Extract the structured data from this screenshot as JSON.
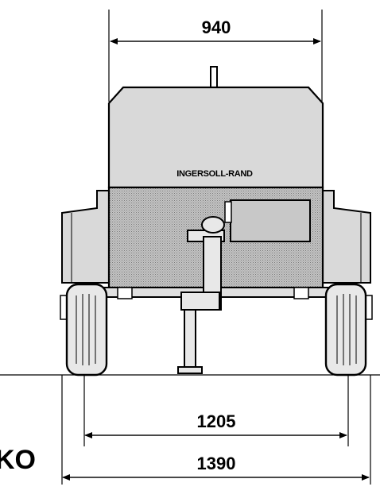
{
  "drawing": {
    "brand_label": "INGERSOLL-RAND",
    "side_label": "KO",
    "dimensions": {
      "top_width": "940",
      "wheel_track": "1205",
      "overall_width": "1390"
    }
  },
  "colors": {
    "ink": "#000000",
    "body_fill": "#d8d8d8",
    "panel_fill": "#b0b0b0",
    "tire_fill": "#e6e6e6"
  }
}
